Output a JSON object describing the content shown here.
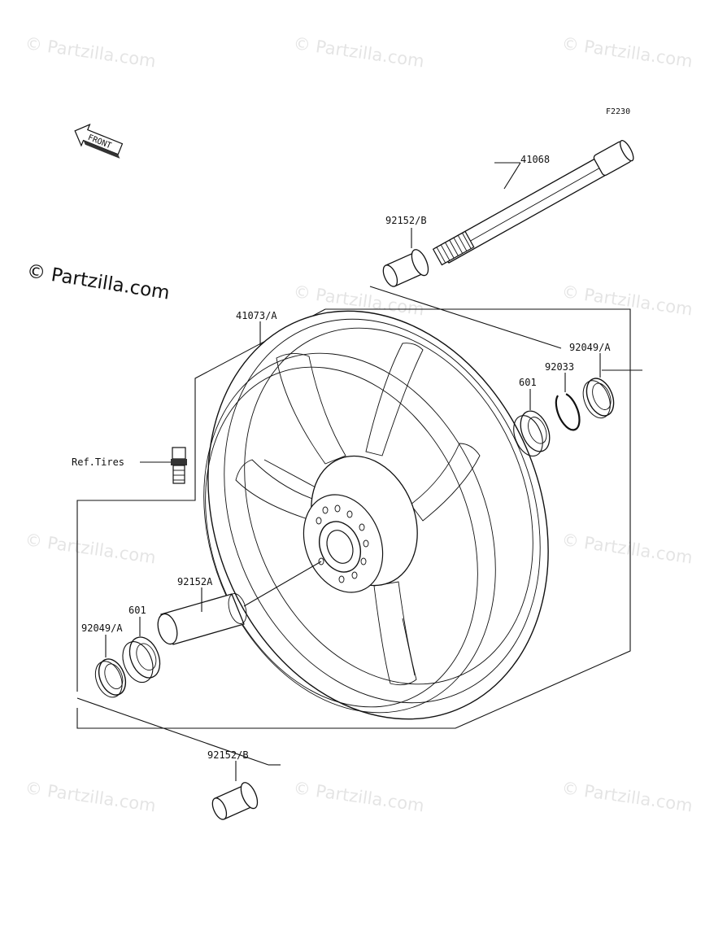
{
  "diagram": {
    "code": "F2230",
    "brand_text": "© Partzilla.com",
    "watermark_text": "© Partzilla.com",
    "front_arrow_text": "FRONT",
    "part_labels": {
      "axle": "41068",
      "collar_b_top": "92152/B",
      "wheel": "41073/A",
      "seal_right": "92049/A",
      "circlip": "92033",
      "bearing_right": "601",
      "valve": "Ref.Tires",
      "spacer": "92152A",
      "bearing_left": "601",
      "seal_left": "92049/A",
      "collar_b_bottom": "92152/B"
    }
  }
}
